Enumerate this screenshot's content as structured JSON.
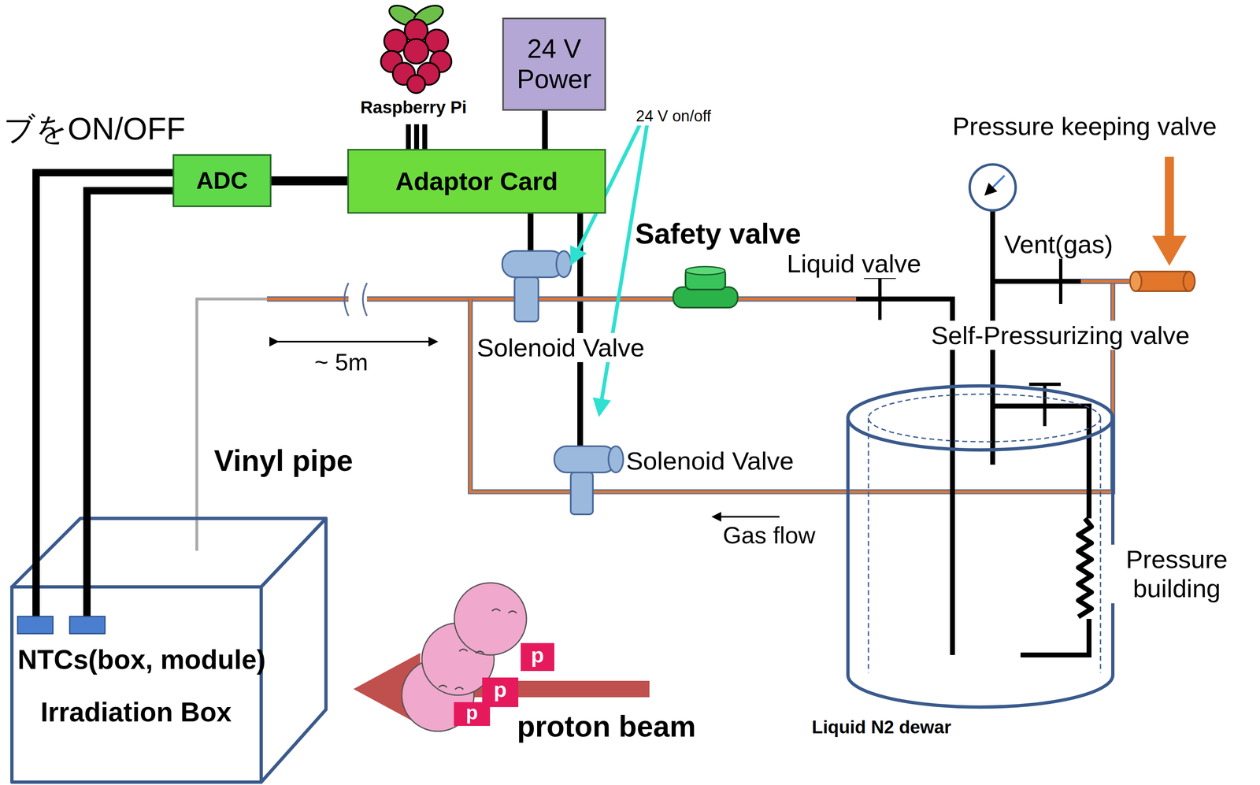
{
  "diagram": {
    "nodes": [
      {
        "text": [
          "24 V Power"
        ]
      },
      {
        "text": [
          "ADC"
        ]
      },
      {
        "text": [
          "Adaptor Card"
        ]
      },
      {
        "text": [
          "NTCs(box, module)",
          "Irradiation Box"
        ]
      },
      {
        "text": [
          "Liquid N2 dewar"
        ]
      }
    ],
    "edges": [
      {
        "from": 0,
        "to": 2,
        "arrow": "none"
      },
      {
        "from": 1,
        "to": 2,
        "arrow": "none"
      },
      {
        "from": 1,
        "to": 3,
        "arrow": "none"
      },
      {
        "from": 1,
        "to": 3,
        "arrow": "none"
      }
    ],
    "labels": [
      "ブをON/OFF",
      "Raspberry Pi",
      "24 V on/off",
      "Pressure keeping valve",
      "Safety valve",
      "Vent(gas)",
      "Liquid valve",
      "Self-Pressurizing valve",
      "~ 5m",
      "Solenoid Valve",
      "Vinyl pipe",
      "Solenoid Valve",
      "Gas flow",
      "Pressure building",
      "p",
      "p",
      "p",
      "proton beam"
    ]
  }
}
